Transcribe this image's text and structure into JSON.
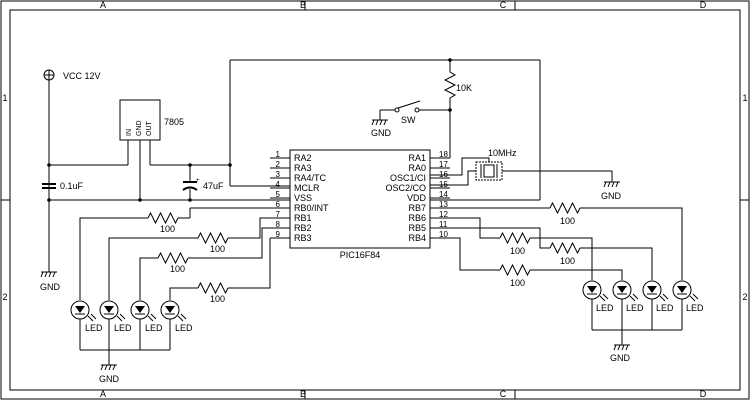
{
  "frame": {
    "columns": [
      "A",
      "B",
      "C",
      "D"
    ],
    "rows": [
      "1",
      "2"
    ]
  },
  "power": {
    "vcc_label": "VCC 12V",
    "regulator_name": "7805",
    "regulator_pins": [
      "IN",
      "GND",
      "OUT"
    ],
    "cap_in": "0.1uF",
    "cap_out": "47uF",
    "gnd": "GND"
  },
  "reset": {
    "resistor": "10K",
    "switch": "SW",
    "gnd": "GND"
  },
  "crystal": {
    "label": "10MHz",
    "gnd": "GND"
  },
  "mcu": {
    "name": "PIC16F84",
    "left_pins": [
      {
        "num": "1",
        "name": "RA2"
      },
      {
        "num": "2",
        "name": "RA3"
      },
      {
        "num": "3",
        "name": "RA4/TC"
      },
      {
        "num": "4",
        "name": "MCLR"
      },
      {
        "num": "5",
        "name": "VSS"
      },
      {
        "num": "6",
        "name": "RB0/INT"
      },
      {
        "num": "7",
        "name": "RB1"
      },
      {
        "num": "8",
        "name": "RB2"
      },
      {
        "num": "9",
        "name": "RB3"
      }
    ],
    "right_pins": [
      {
        "num": "18",
        "name": "RA1"
      },
      {
        "num": "17",
        "name": "RA0"
      },
      {
        "num": "16",
        "name": "OSC1/CI"
      },
      {
        "num": "15",
        "name": "OSC2/CO"
      },
      {
        "num": "14",
        "name": "VDD"
      },
      {
        "num": "13",
        "name": "RB7"
      },
      {
        "num": "12",
        "name": "RB6"
      },
      {
        "num": "11",
        "name": "RB5"
      },
      {
        "num": "10",
        "name": "RB4"
      }
    ]
  },
  "resistors_left": [
    "100",
    "100",
    "100",
    "100"
  ],
  "resistors_right": [
    "100",
    "100",
    "100",
    "100"
  ],
  "leds_left": [
    "LED",
    "LED",
    "LED",
    "LED"
  ],
  "leds_right": [
    "LED",
    "LED",
    "LED",
    "LED"
  ],
  "gnd_left": "GND",
  "gnd_right": "GND"
}
